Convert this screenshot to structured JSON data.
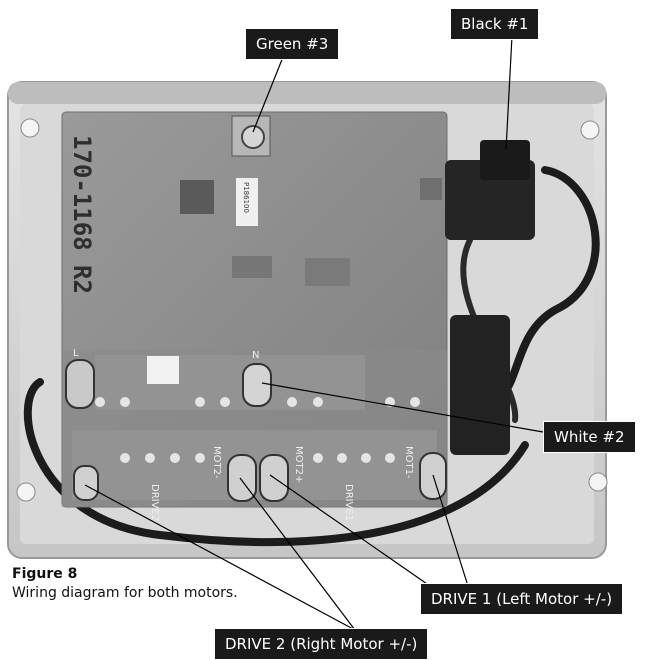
{
  "callouts": {
    "green": "Green #3",
    "black": "Black #1",
    "white": "White #2",
    "drive1": "DRIVE 1 (Left Motor +/-)",
    "drive2": "DRIVE 2 (Right Motor +/-)"
  },
  "board": {
    "part_number": "170-1168 R2",
    "sticker": "P186100",
    "term_l": "L",
    "term_n": "N",
    "mot2_minus": "MOT2-",
    "mot2_plus": "MOT2+",
    "drive1": "DRIVE1",
    "mot1_minus": "MOT1-",
    "drive2": "DRIVE2"
  },
  "caption": {
    "title": "Figure 8",
    "description": "Wiring diagram for both motors."
  },
  "colors": {
    "callout_bg": "#1a1a1a",
    "pcb": "#8f8f8f",
    "enclosure": "#d2d2d2",
    "wire": "#1c1c1c"
  }
}
